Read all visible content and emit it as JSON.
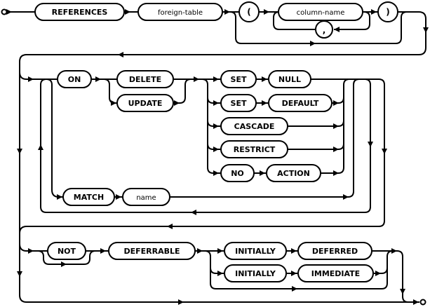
{
  "diagram": {
    "kind": "railroad-syntax-diagram",
    "colors": {
      "line": "#000000",
      "background": "#ffffff",
      "box_fill": "#ffffff",
      "text": "#000000"
    },
    "nodes": {
      "references": "REFERENCES",
      "foreign_table": "foreign-table",
      "open_paren": "(",
      "column_name": "column-name",
      "comma": ",",
      "close_paren": ")",
      "on": "ON",
      "delete": "DELETE",
      "update": "UPDATE",
      "set_a": "SET",
      "null": "NULL",
      "set_b": "SET",
      "default": "DEFAULT",
      "cascade": "CASCADE",
      "restrict": "RESTRICT",
      "no": "NO",
      "action": "ACTION",
      "match": "MATCH",
      "name": "name",
      "not": "NOT",
      "deferrable": "DEFERRABLE",
      "initially_a": "INITIALLY",
      "deferred": "DEFERRED",
      "initially_b": "INITIALLY",
      "immediate": "IMMEDIATE"
    }
  }
}
